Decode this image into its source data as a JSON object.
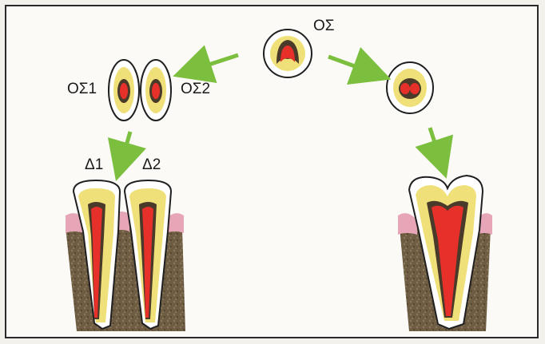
{
  "labels": {
    "original_tooth": "ΟΣ",
    "split_left": "ΟΣ1",
    "split_right": "ΟΣ2",
    "tooth_1": "Δ1",
    "tooth_2": "Δ2"
  },
  "colors": {
    "arrow": "#7cbf3e",
    "pulp": "#e8302a",
    "dentin": "#f0e07a",
    "enamel": "#ffffff",
    "bone": "#6e5d43",
    "gum": "#e6a6b8",
    "outline": "#1f1f1f"
  }
}
